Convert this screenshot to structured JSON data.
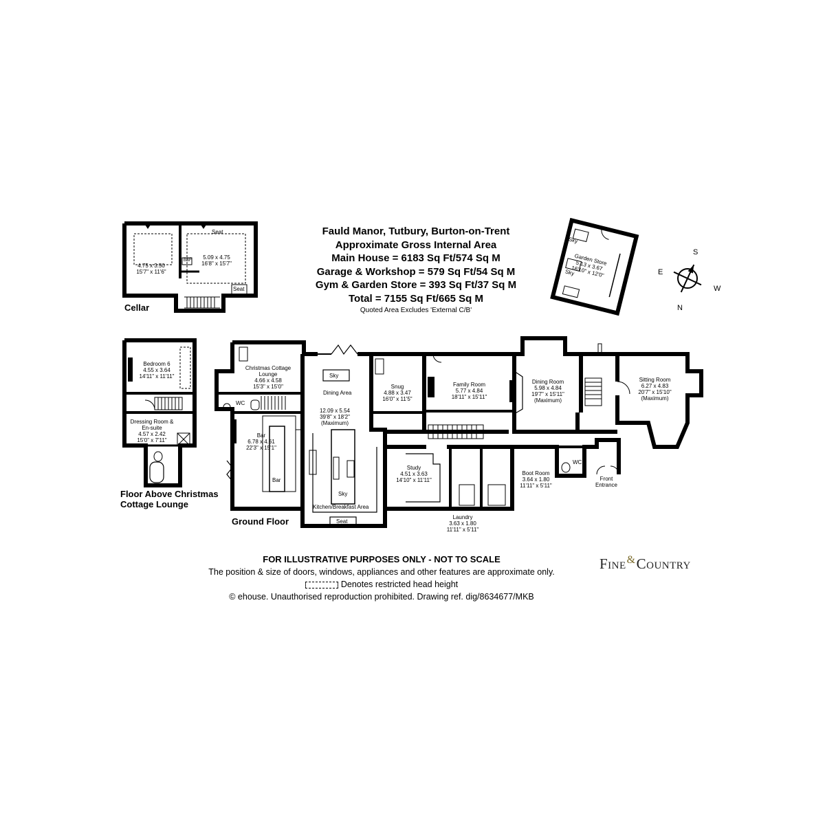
{
  "title": {
    "property": "Fauld Manor, Tutbury, Burton-on-Trent",
    "heading": "Approximate Gross Internal Area",
    "areas": [
      "Main House = 6183 Sq Ft/574 Sq M",
      "Garage & Workshop = 579 Sq Ft/54 Sq M",
      "Gym & Garden Store = 393 Sq Ft/37 Sq M",
      "Total = 7155 Sq Ft/665 Sq M"
    ],
    "note": "Quoted Area Excludes 'External C/B'"
  },
  "floors": {
    "cellar": "Cellar",
    "upper": [
      "Floor Above Christmas",
      "Cottage Lounge"
    ],
    "ground": "Ground Floor"
  },
  "rooms": {
    "cellar_room1": {
      "dims": "4.75 x 3.50",
      "imperial": "15'7\" x 11'6\""
    },
    "cellar_room2": {
      "dims": "5.09 x 4.75",
      "imperial": "16'8\" x 15'7\""
    },
    "bedroom6": {
      "name": "Bedroom 6",
      "dims": "4.55 x 3.64",
      "imperial": "14'11\" x 11'11\""
    },
    "dressing": {
      "name1": "Dressing Room &",
      "name2": "En-suite",
      "dims": "4.57 x 2.42",
      "imperial": "15'0\" x 7'11\""
    },
    "lounge": {
      "name1": "Christmas Cottage",
      "name2": "Lounge",
      "dims": "4.66 x 4.58",
      "imperial": "15'3\" x 15'0\""
    },
    "bar": {
      "name": "Bar",
      "dims": "6.78 x 4.61",
      "imperial": "22'3\" x 15'1\"",
      "counter": "Bar"
    },
    "dining_area": {
      "name": "Dining Area",
      "dims": "12.09 x 5.54",
      "imperial": "39'8\" x 18'2\"",
      "note": "(Maximum)"
    },
    "kitchen": {
      "name": "Kitchen/Breakfast Area"
    },
    "snug": {
      "name": "Snug",
      "dims": "4.88 x 3.47",
      "imperial": "16'0\" x 11'5\""
    },
    "family": {
      "name": "Family Room",
      "dims": "5.77 x 4.84",
      "imperial": "18'11\" x 15'11\""
    },
    "dining_room": {
      "name": "Dining Room",
      "dims": "5.98 x 4.84",
      "imperial": "19'7\" x 15'11\"",
      "note": "(Maximum)"
    },
    "sitting": {
      "name": "Sitting Room",
      "dims": "6.27 x 4.83",
      "imperial": "20'7\" x 15'10\"",
      "note": "(Maximum)"
    },
    "study": {
      "name": "Study",
      "dims": "4.51 x 3.63",
      "imperial": "14'10\" x 11'11\""
    },
    "laundry": {
      "name": "Laundry",
      "dims": "3.63 x 1.80",
      "imperial": "11'11\" x 5'11\""
    },
    "boot": {
      "name": "Boot Room",
      "dims": "3.64 x 1.80",
      "imperial": "11'11\" x 5'11\""
    },
    "front": {
      "name1": "Front",
      "name2": "Entrance"
    },
    "garden_store": {
      "name": "Garden Store",
      "dims": "5.13 x 3.67",
      "imperial": "16'10\" x 12'0\""
    }
  },
  "labels": {
    "seat": "Seat",
    "sky": "Sky",
    "wc": "WC",
    "bbf": "BBF"
  },
  "compass": {
    "n": "N",
    "s": "S",
    "e": "E",
    "w": "W"
  },
  "footer": {
    "line1": "FOR ILLUSTRATIVE PURPOSES ONLY - NOT TO SCALE",
    "line2": "The position & size of doors, windows, appliances and other features are approximate only.",
    "line3": "Denotes restricted head height",
    "line4": "© ehouse. Unauthorised reproduction prohibited. Drawing ref. dig/8634677/MKB"
  },
  "logo": {
    "part1": "Fine",
    "amp": "&",
    "part2": "Country"
  }
}
